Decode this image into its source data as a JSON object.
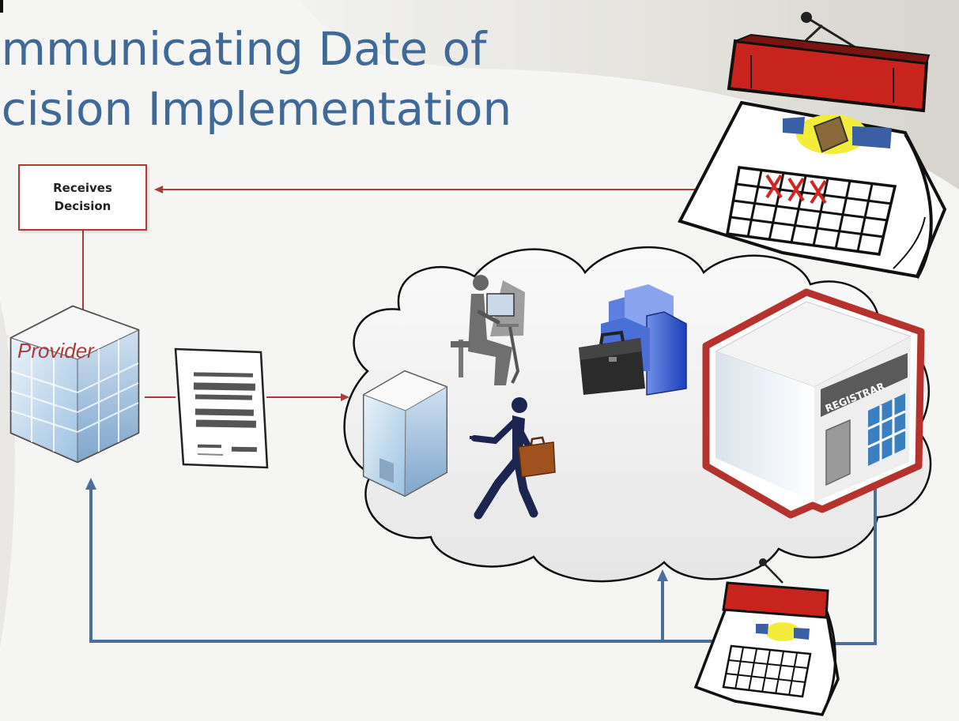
{
  "title": {
    "line1": "ommunicating Date of",
    "line2": "ecision Implementation"
  },
  "receives_box": {
    "label": "Receives Decision"
  },
  "provider": {
    "label": "Provider"
  },
  "registrar": {
    "label": "REGISTRAR"
  },
  "colors": {
    "title": "#3f6a97",
    "red_accent": "#b03a3a",
    "blue_arrow": "#4a6f9c",
    "background": "#f4f4f3"
  },
  "icons": [
    "calendar-icon-large",
    "calendar-icon-small",
    "provider-building-icon",
    "document-icon",
    "cloud-icon",
    "small-building-icon",
    "person-at-computer-icon",
    "briefcase-servers-icon",
    "walking-businessman-icon",
    "registrar-building-icon"
  ]
}
